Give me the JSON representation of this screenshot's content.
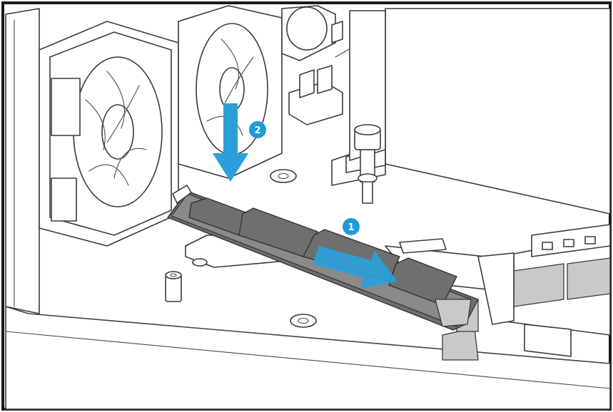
{
  "steps": [
    {
      "number": "1",
      "action": "slide-in"
    },
    {
      "number": "2",
      "action": "press-down"
    }
  ],
  "colors": {
    "accent": "#1f9ad6",
    "arrow": "#2a9fda",
    "outline": "#3a3a3a",
    "ssd_body": "#8a8a8a",
    "frame": "#1a1a1a"
  },
  "icons": [
    "arrow-down-icon",
    "arrow-right-icon"
  ]
}
